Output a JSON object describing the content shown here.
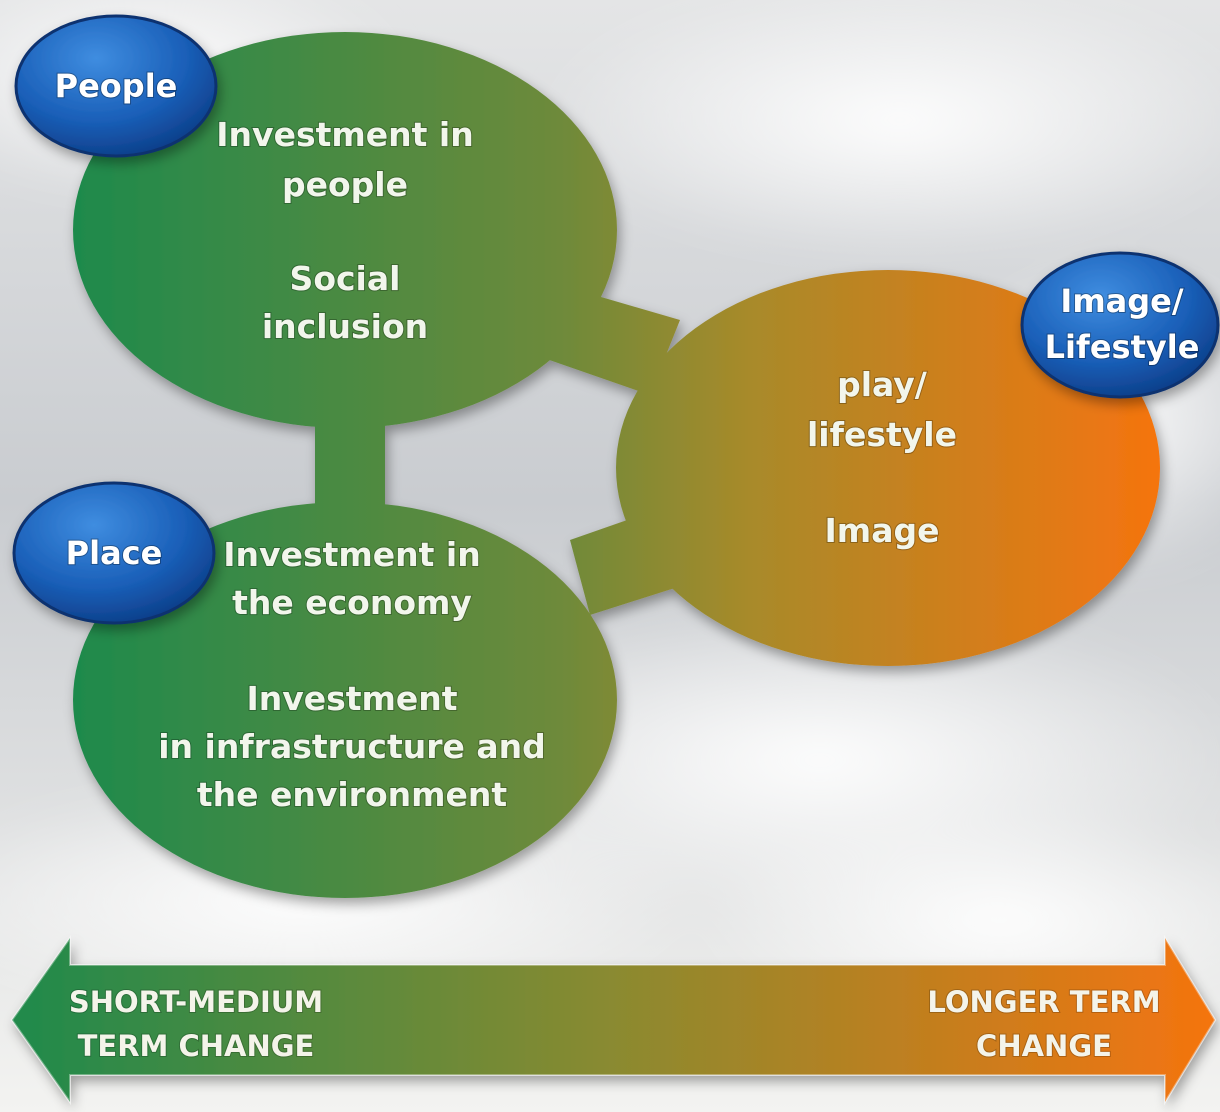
{
  "colors": {
    "green": "#1f8a4c",
    "olive": "#7f8a36",
    "orange": "#f5740f",
    "badge_blue": "#1a5fb8"
  },
  "circles": {
    "people": {
      "badge": "People",
      "lines": [
        "Investment in",
        "people",
        "Social",
        "inclusion"
      ]
    },
    "place": {
      "badge": "Place",
      "lines": [
        "Investment in",
        "the economy",
        "Investment",
        "in infrastructure and",
        "the environment"
      ]
    },
    "image": {
      "badge_lines": [
        "Image/",
        "Lifestyle"
      ],
      "lines": [
        "play/",
        "lifestyle",
        "Image"
      ]
    }
  },
  "arrow": {
    "left_lines": [
      "SHORT-MEDIUM",
      "TERM CHANGE"
    ],
    "right_lines": [
      "LONGER TERM",
      "CHANGE"
    ]
  }
}
